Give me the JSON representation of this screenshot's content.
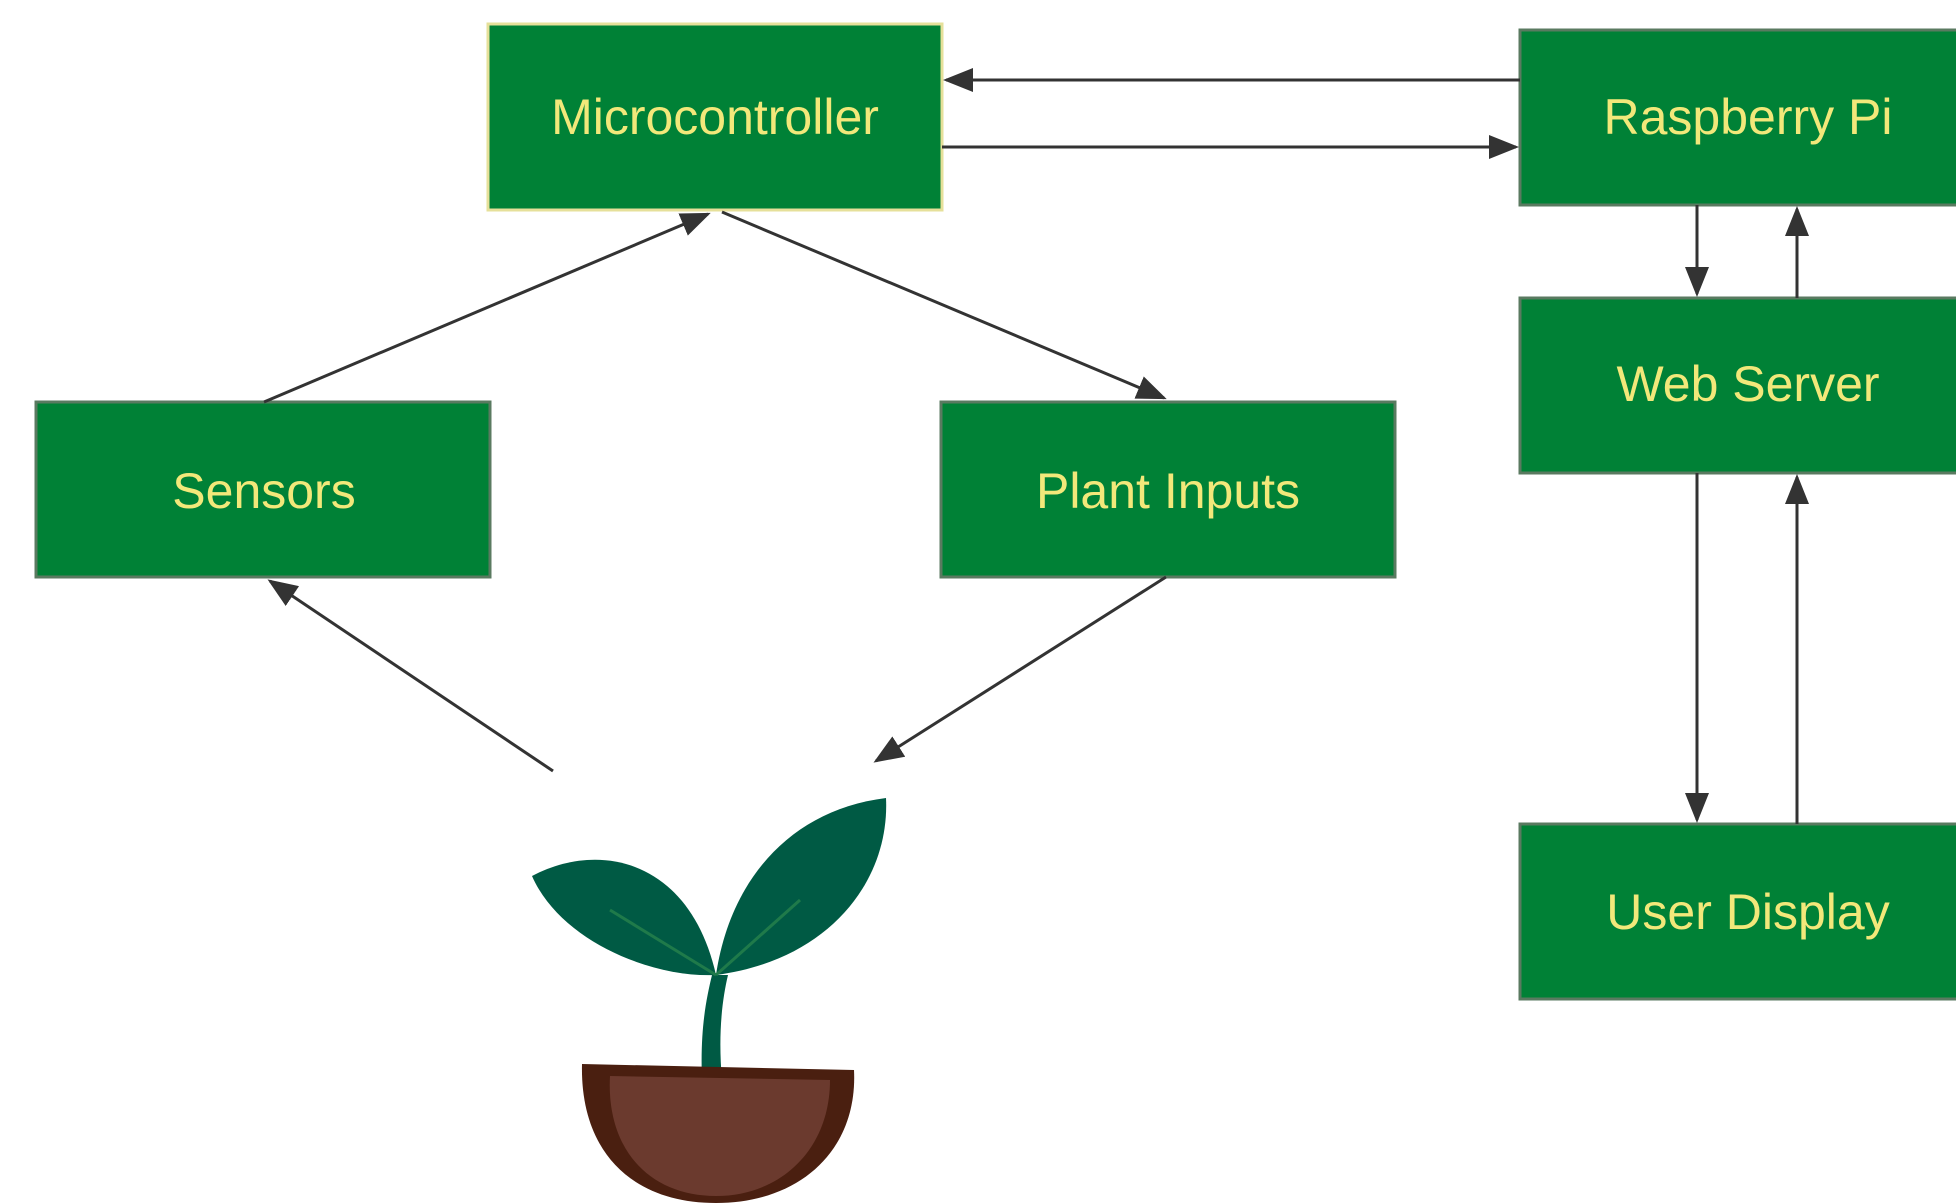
{
  "nodes": {
    "microcontroller": "Microcontroller",
    "raspberry_pi": "Raspberry Pi",
    "web_server": "Web Server",
    "sensors": "Sensors",
    "plant_inputs": "Plant Inputs",
    "user_display": "User Display"
  },
  "icons": {
    "plant": "potted-plant-icon"
  },
  "colors": {
    "box_fill": "#008136",
    "label_text": "#f2e87a",
    "arrow": "#333333",
    "leaf": "#005a44",
    "pot": "#6b3a2e"
  }
}
